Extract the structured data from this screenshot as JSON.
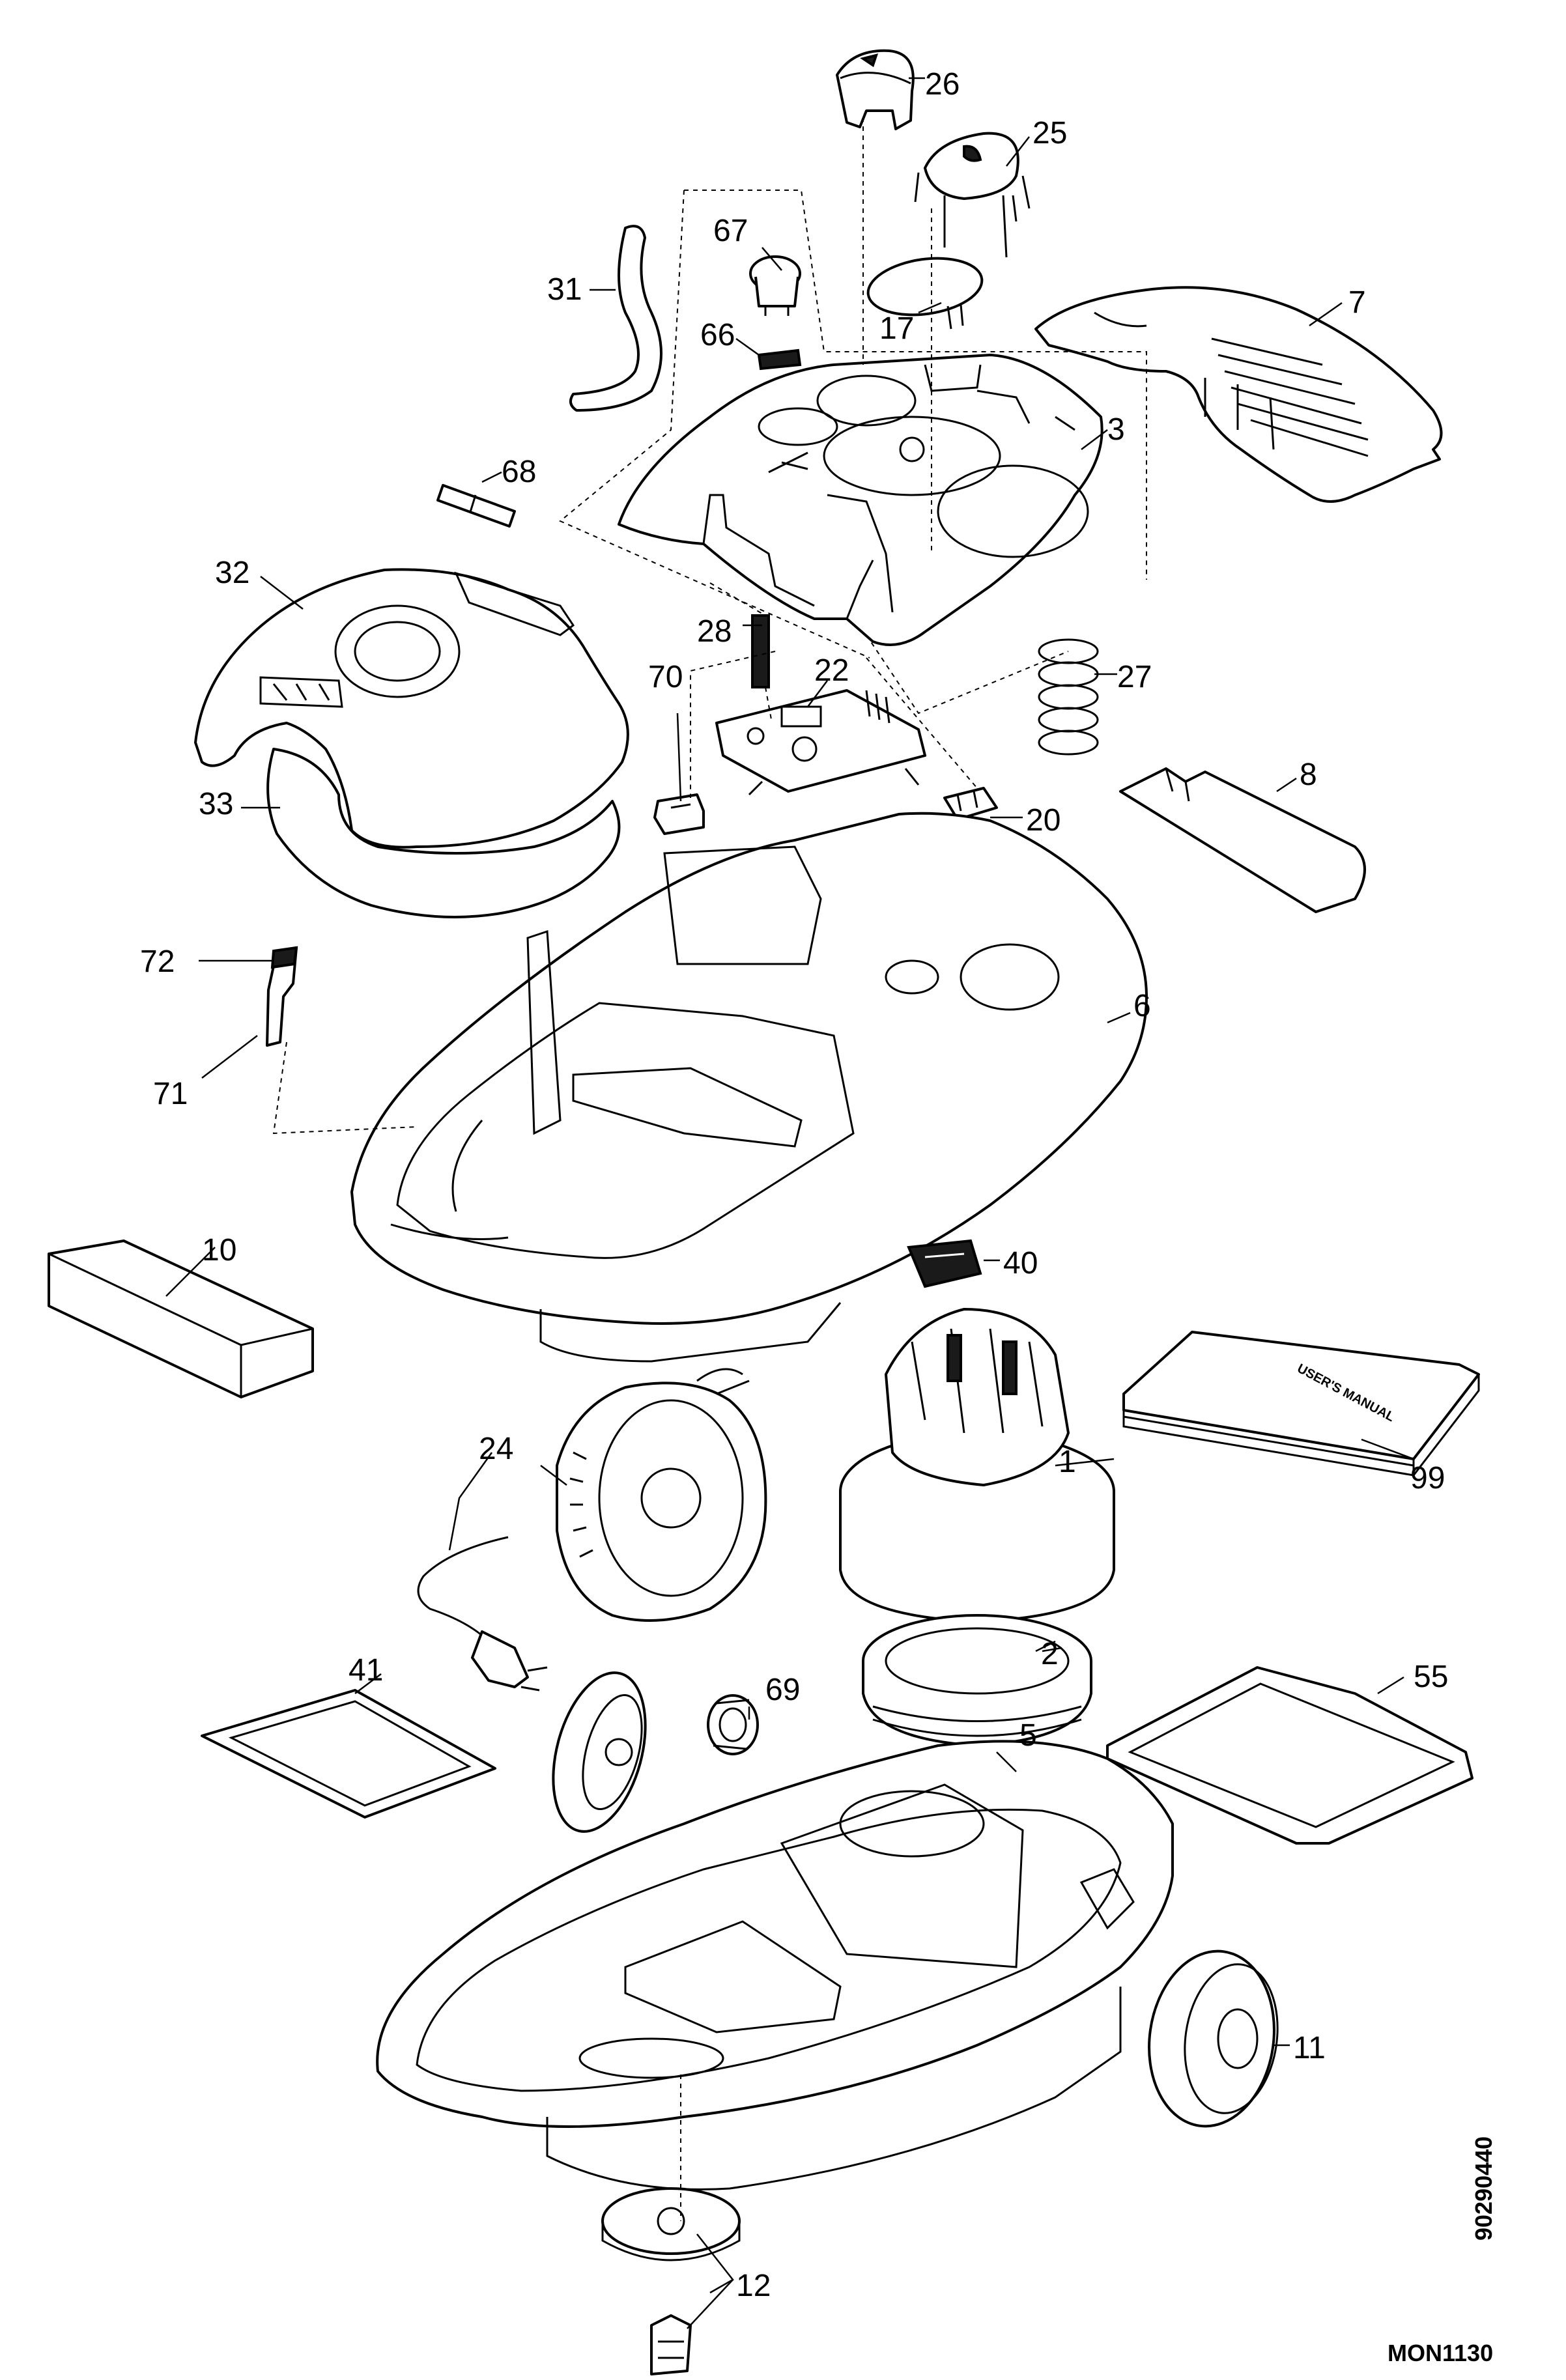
{
  "diagram": {
    "drawing_code": "MON1130",
    "reference_number": "90290440",
    "manual_cover_text": "USER'S MANUAL",
    "parts": [
      {
        "id": "p1",
        "label": "1"
      },
      {
        "id": "p2",
        "label": "2"
      },
      {
        "id": "p3",
        "label": "3"
      },
      {
        "id": "p5",
        "label": "5"
      },
      {
        "id": "p6",
        "label": "6"
      },
      {
        "id": "p7",
        "label": "7"
      },
      {
        "id": "p8",
        "label": "8"
      },
      {
        "id": "p10",
        "label": "10"
      },
      {
        "id": "p11",
        "label": "11"
      },
      {
        "id": "p12",
        "label": "12"
      },
      {
        "id": "p17",
        "label": "17"
      },
      {
        "id": "p20",
        "label": "20"
      },
      {
        "id": "p22",
        "label": "22"
      },
      {
        "id": "p24",
        "label": "24"
      },
      {
        "id": "p25",
        "label": "25"
      },
      {
        "id": "p26",
        "label": "26"
      },
      {
        "id": "p27",
        "label": "27"
      },
      {
        "id": "p28",
        "label": "28"
      },
      {
        "id": "p31",
        "label": "31"
      },
      {
        "id": "p32",
        "label": "32"
      },
      {
        "id": "p33",
        "label": "33"
      },
      {
        "id": "p40",
        "label": "40"
      },
      {
        "id": "p41",
        "label": "41"
      },
      {
        "id": "p55",
        "label": "55"
      },
      {
        "id": "p66",
        "label": "66"
      },
      {
        "id": "p67",
        "label": "67"
      },
      {
        "id": "p68",
        "label": "68"
      },
      {
        "id": "p69",
        "label": "69"
      },
      {
        "id": "p70",
        "label": "70"
      },
      {
        "id": "p71",
        "label": "71"
      },
      {
        "id": "p72",
        "label": "72"
      },
      {
        "id": "p99",
        "label": "99"
      }
    ]
  }
}
